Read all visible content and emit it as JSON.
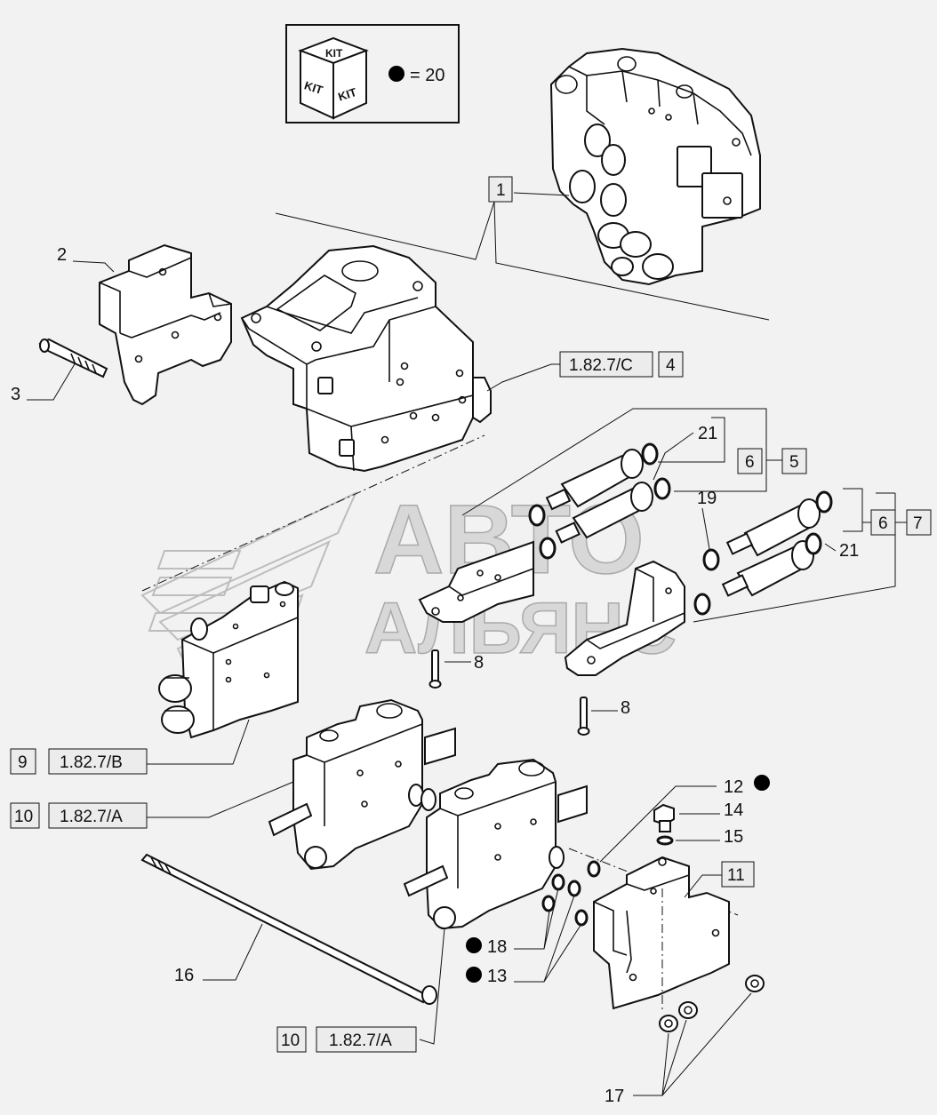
{
  "kit": {
    "cube_top": "KIT",
    "cube_left": "KIT",
    "cube_right": "KIT",
    "equals": "= 20"
  },
  "watermark": {
    "line1": "АВТО",
    "line2": "АЛЬЯНС"
  },
  "callouts": {
    "c1": "1",
    "c2": "2",
    "c3": "3",
    "c4": "4",
    "c5": "5",
    "c6a": "6",
    "c6b": "6",
    "c7": "7",
    "c8a": "8",
    "c8b": "8",
    "c9": "9",
    "c10a": "10",
    "c10b": "10",
    "c11": "11",
    "c12": "12",
    "c13": "13",
    "c14": "14",
    "c15": "15",
    "c16": "16",
    "c17": "17",
    "c18": "18",
    "c19": "19",
    "c21a": "21",
    "c21b": "21"
  },
  "refs": {
    "r4": "1.82.7/C",
    "r9": "1.82.7/B",
    "r10a": "1.82.7/A",
    "r10b": "1.82.7/A"
  }
}
